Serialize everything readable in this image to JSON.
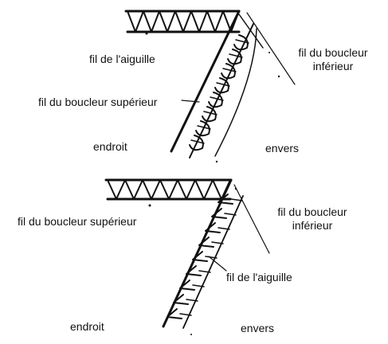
{
  "figures": [
    {
      "labels": {
        "needle_thread": "fil de l'aiguille",
        "lower_looper_line1": "fil du boucleur",
        "lower_looper_line2": "inférieur",
        "upper_looper": "fil du boucleur supérieur",
        "right_side": "endroit",
        "wrong_side": "envers"
      }
    },
    {
      "labels": {
        "upper_looper": "fil du boucleur supérieur",
        "lower_looper_line1": "fil du boucleur",
        "lower_looper_line2": "inférieur",
        "needle_thread": "fil de l'aiguille",
        "right_side": "endroit",
        "wrong_side": "envers"
      }
    }
  ]
}
